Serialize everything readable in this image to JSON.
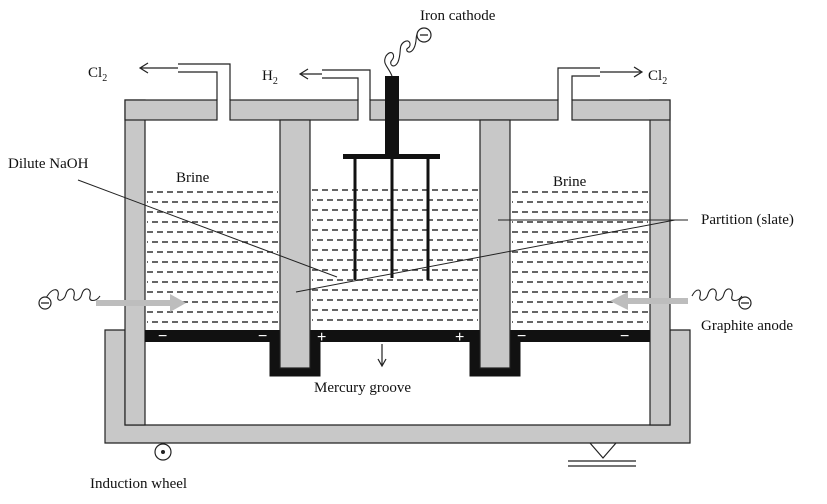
{
  "labels": {
    "iron_cathode": "Iron cathode",
    "h2_main": "H",
    "h2_sub": "2",
    "cl2_left_main": "Cl",
    "cl2_left_sub": "2",
    "cl2_right_main": "Cl",
    "cl2_right_sub": "2",
    "dilute_naoh": "Dilute NaOH",
    "brine_left": "Brine",
    "brine_right": "Brine",
    "partition": "Partition (slate)",
    "graphite_anode": "Graphite anode",
    "mercury_groove": "Mercury groove",
    "induction_wheel": "Induction wheel"
  },
  "signs": {
    "minus": "−",
    "plus": "+",
    "terminal_minus": "⊖"
  },
  "colors": {
    "wall_fill": "#c8c8c8",
    "outline": "#222222",
    "mercury": "#111111",
    "arrow_gray": "#bdbdbd",
    "liquid_dash": "#333333"
  }
}
